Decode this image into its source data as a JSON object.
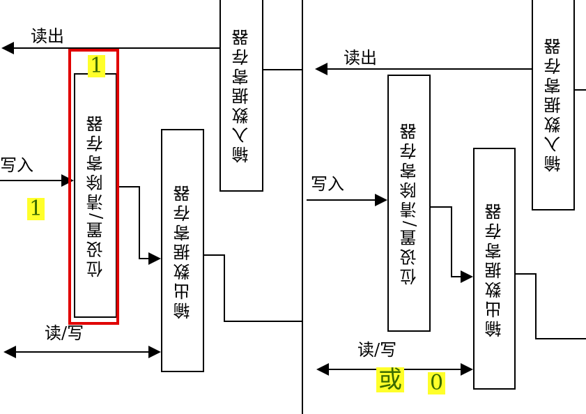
{
  "left_panel": {
    "input_register": "输入数据寄存器",
    "bit_register": "位设置/清除寄存器",
    "output_register": "输出数据寄存器",
    "read_label": "读出",
    "write_label": "写入",
    "rw_label": "读/写",
    "highlight_top": "1",
    "highlight_write": "1"
  },
  "right_panel": {
    "input_register": "输入数据寄存器",
    "bit_register": "位设置/清除寄存器",
    "output_register": "输出数据寄存器",
    "read_label": "读出",
    "write_label": "写入",
    "rw_label": "读/写",
    "highlight_or": "或",
    "highlight_zero": "0"
  },
  "colors": {
    "highlight": "#ffff2a",
    "highlight_text": "#3a6b00",
    "red_box": "#e00000",
    "line": "#000000"
  }
}
